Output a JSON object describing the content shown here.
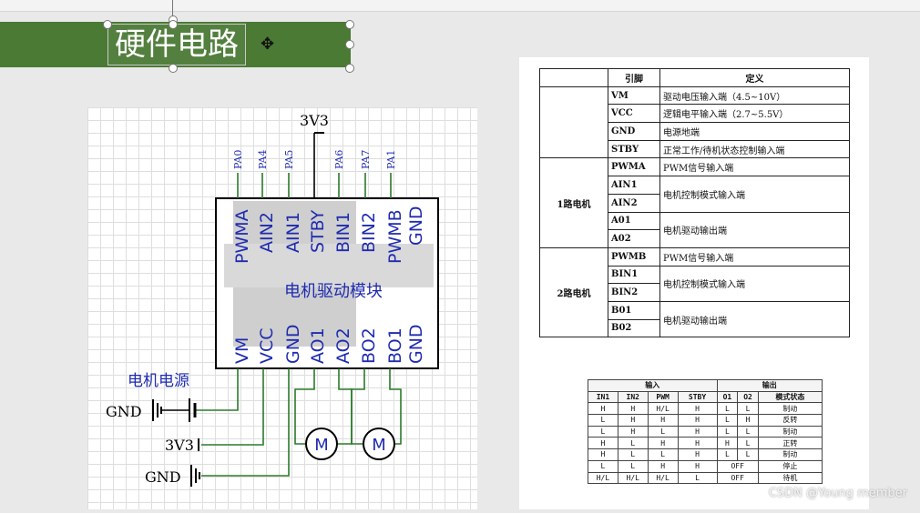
{
  "slide": {
    "title": "硬件电路",
    "watermark": "CSDN @Young member"
  },
  "circuit": {
    "supply_label": "3V3",
    "module_label": "电机驱动模块",
    "top_pins": [
      "PWMA",
      "AIN2",
      "AIN1",
      "STBY",
      "BIN1",
      "BIN2",
      "PWMB",
      "GND"
    ],
    "bottom_pins": [
      "VM",
      "VCC",
      "GND",
      "AO1",
      "AO2",
      "BO2",
      "BO1",
      "GND"
    ],
    "pa_labels": [
      "PA0",
      "PA4",
      "PA5",
      "PA6",
      "PA7",
      "PA1"
    ],
    "motor_power_label": "电机电源",
    "gnd_label_1": "GND",
    "gnd_label_2": "GND",
    "vcc_label": "3V3",
    "motor_symbol": "M"
  },
  "pin_table": {
    "headers": [
      "引脚",
      "定义"
    ],
    "rows": [
      {
        "pin": "VM",
        "def": "驱动电压输入端（4.5~10V）"
      },
      {
        "pin": "VCC",
        "def": "逻辑电平输入端（2.7~5.5V）"
      },
      {
        "pin": "GND",
        "def": "电源地端"
      },
      {
        "pin": "STBY",
        "def": "正常工作/待机状态控制输入端"
      },
      {
        "pin": "PWMA",
        "def": "PWM信号输入端"
      },
      {
        "pin": "AIN1",
        "def": "电机控制模式输入端"
      },
      {
        "pin": "AIN2",
        "def": ""
      },
      {
        "pin": "A01",
        "def": "电机驱动输出端"
      },
      {
        "pin": "A02",
        "def": ""
      },
      {
        "pin": "PWMB",
        "def": "PWM信号输入端"
      },
      {
        "pin": "BIN1",
        "def": "电机控制模式输入端"
      },
      {
        "pin": "BIN2",
        "def": ""
      },
      {
        "pin": "B01",
        "def": "电机驱动输出端"
      },
      {
        "pin": "B02",
        "def": ""
      }
    ],
    "group1": "1路电机",
    "group2": "2路电机"
  },
  "truth_table": {
    "group_input": "输入",
    "group_output": "输出",
    "headers": [
      "IN1",
      "IN2",
      "PWM",
      "STBY",
      "O1",
      "O2",
      "模式状态"
    ],
    "rows": [
      [
        "H",
        "H",
        "H/L",
        "H",
        "L",
        "L",
        "制动"
      ],
      [
        "L",
        "H",
        "H",
        "H",
        "L",
        "H",
        "反转"
      ],
      [
        "L",
        "H",
        "L",
        "H",
        "L",
        "L",
        "制动"
      ],
      [
        "H",
        "L",
        "H",
        "H",
        "H",
        "L",
        "正转"
      ],
      [
        "H",
        "L",
        "L",
        "H",
        "L",
        "L",
        "制动"
      ],
      [
        "L",
        "L",
        "H",
        "H",
        "OFF",
        "",
        "停止"
      ],
      [
        "H/L",
        "H/L",
        "H/L",
        "L",
        "OFF",
        "",
        "待机"
      ]
    ]
  }
}
